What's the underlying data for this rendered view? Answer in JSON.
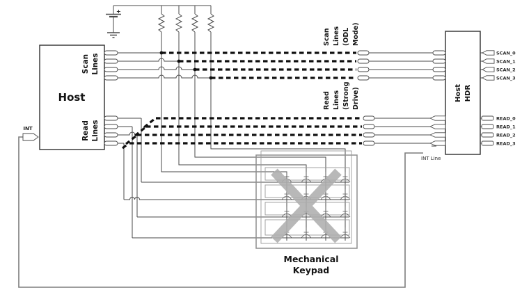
{
  "host": {
    "label": "Host",
    "int_label": "INT",
    "scan_side": [
      "Scan",
      "Lines"
    ],
    "read_side": [
      "Read",
      "Lines"
    ]
  },
  "buses": {
    "scan_odl": [
      "Scan",
      "Lines",
      "(ODL",
      "Mode)"
    ],
    "read_strong": [
      "Read",
      "Lines",
      "(Strong",
      "Drive)"
    ]
  },
  "hdr": {
    "label": [
      "Host",
      "HDR"
    ],
    "scan_pins": [
      "SCAN_0",
      "SCAN_1",
      "SCAN_2",
      "SCAN_3"
    ],
    "read_pins": [
      "READ_0",
      "READ_1",
      "READ_2",
      "READ_3"
    ],
    "int_line_label": "INT Line"
  },
  "keypad": {
    "label": [
      "Mechanical",
      "Keypad"
    ]
  },
  "power": {
    "plus": "+"
  },
  "colors": {
    "wire": "#4a4a4a",
    "dashed_bus": "#101010",
    "box_stroke": "#2f2f2f",
    "keypad_gray": "#8d8d8d",
    "cross_out_x": "#aeaeae",
    "background": "#ffffff"
  }
}
